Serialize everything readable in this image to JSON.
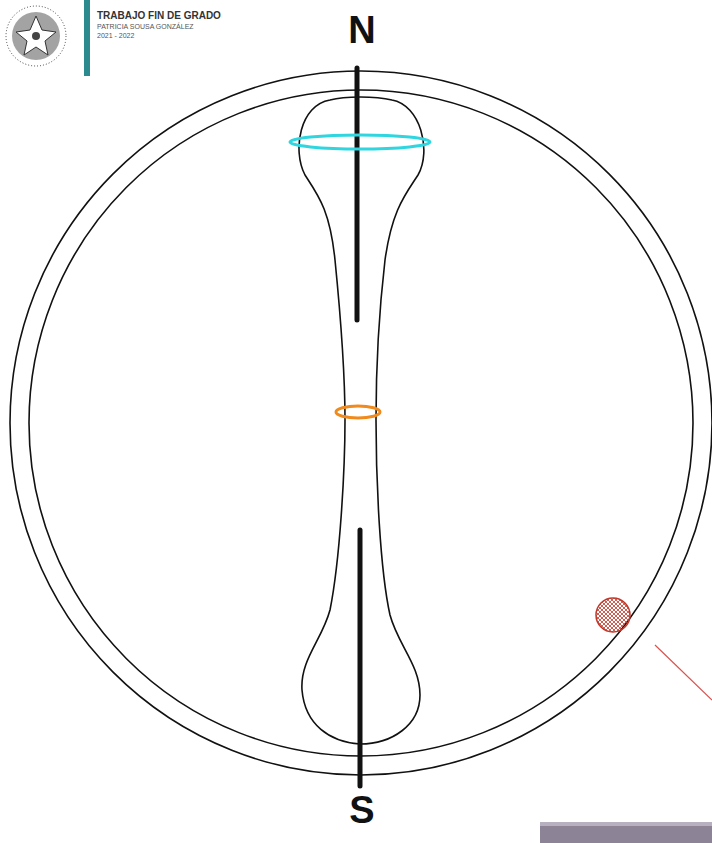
{
  "diagram": {
    "labels": [
      "TRABAJO FIN DE GRADO",
      "PATRICIA SOUSA GONZÁLEZ",
      "2021 - 2022",
      "N",
      "S"
    ]
  }
}
